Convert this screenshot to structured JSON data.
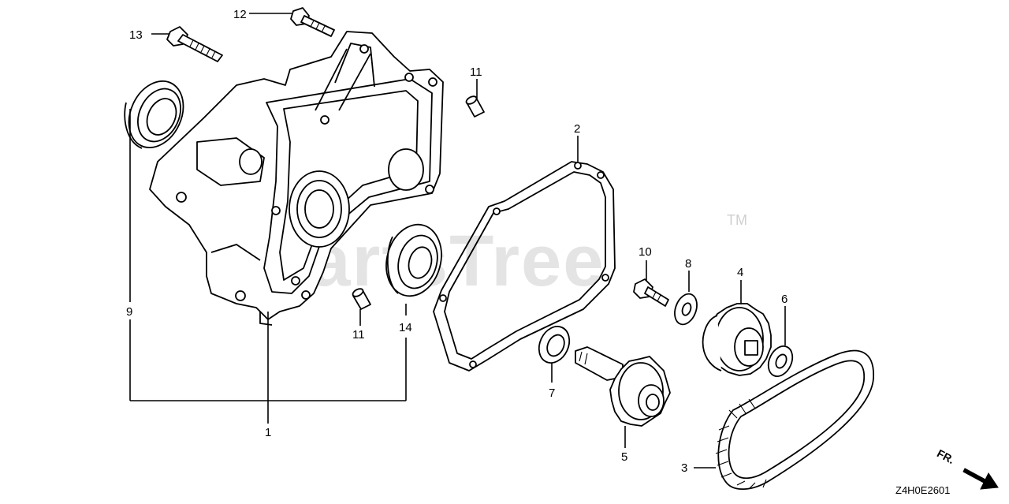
{
  "watermark": {
    "text": "PartsTree",
    "trademark": "TM"
  },
  "diagram_code": "Z4H0E2601",
  "direction_marker": "FR.",
  "callouts": {
    "c1": "1",
    "c2": "2",
    "c3": "3",
    "c4": "4",
    "c5": "5",
    "c6": "6",
    "c7": "7",
    "c8": "8",
    "c9": "9",
    "c10": "10",
    "c11a": "11",
    "c11b": "11",
    "c12": "12",
    "c13": "13",
    "c14": "14"
  }
}
